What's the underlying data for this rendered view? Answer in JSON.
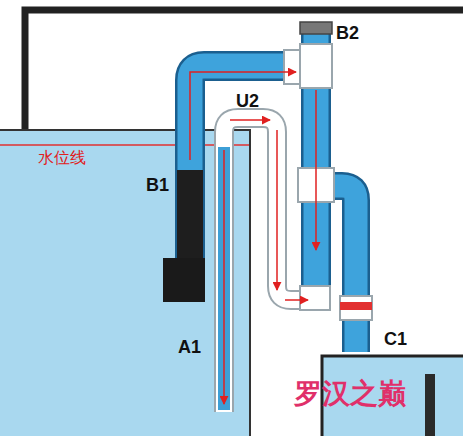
{
  "diagram": {
    "labels": [
      "水位线",
      "B1",
      "B2",
      "U2",
      "A1",
      "C1",
      "罗汉之巅"
    ]
  }
}
